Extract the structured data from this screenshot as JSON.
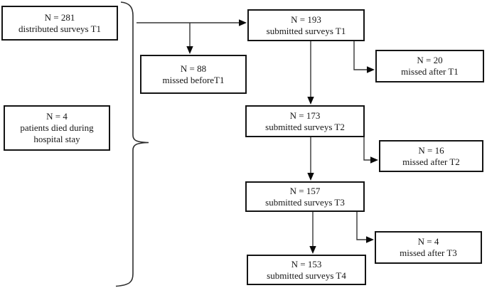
{
  "diagram": {
    "type": "flowchart",
    "description": "Survey participation flow over time points T1-T4 with attrition boxes, grouped on the left by a large curly brace"
  },
  "boxes": {
    "distributed_t1": {
      "lines": [
        "N = 281",
        "distributed surveys T1"
      ]
    },
    "missed_before_t1": {
      "lines": [
        "N = 88",
        "missed beforeT1"
      ]
    },
    "submitted_t1": {
      "lines": [
        "N = 193",
        "submitted surveys T1"
      ]
    },
    "missed_after_t1": {
      "lines": [
        "N = 20",
        "missed after T1"
      ]
    },
    "died": {
      "lines": [
        "N = 4",
        "patients died during",
        "hospital stay"
      ]
    },
    "submitted_t2": {
      "lines": [
        "N = 173",
        "submitted surveys T2"
      ]
    },
    "missed_after_t2": {
      "lines": [
        "N = 16",
        "missed after T2"
      ]
    },
    "submitted_t3": {
      "lines": [
        "N = 157",
        "submitted surveys T3"
      ]
    },
    "missed_after_t3": {
      "lines": [
        "N = 4",
        "missed after T3"
      ]
    },
    "submitted_t4": {
      "lines": [
        "N = 153",
        "submitted surveys T4"
      ]
    }
  },
  "edges": [
    {
      "from": "distributed_t1",
      "to": "submitted_t1"
    },
    {
      "from": "distributed_t1",
      "to": "missed_before_t1"
    },
    {
      "from": "submitted_t1",
      "to": "submitted_t2"
    },
    {
      "from": "submitted_t1",
      "to": "missed_after_t1"
    },
    {
      "from": "submitted_t2",
      "to": "submitted_t3"
    },
    {
      "from": "submitted_t2",
      "to": "missed_after_t2"
    },
    {
      "from": "submitted_t3",
      "to": "submitted_t4"
    },
    {
      "from": "submitted_t3",
      "to": "missed_after_t3"
    }
  ],
  "colors": {
    "background": "#ffffff",
    "box_border": "#141414",
    "line": "#363636",
    "text": "#161616"
  }
}
